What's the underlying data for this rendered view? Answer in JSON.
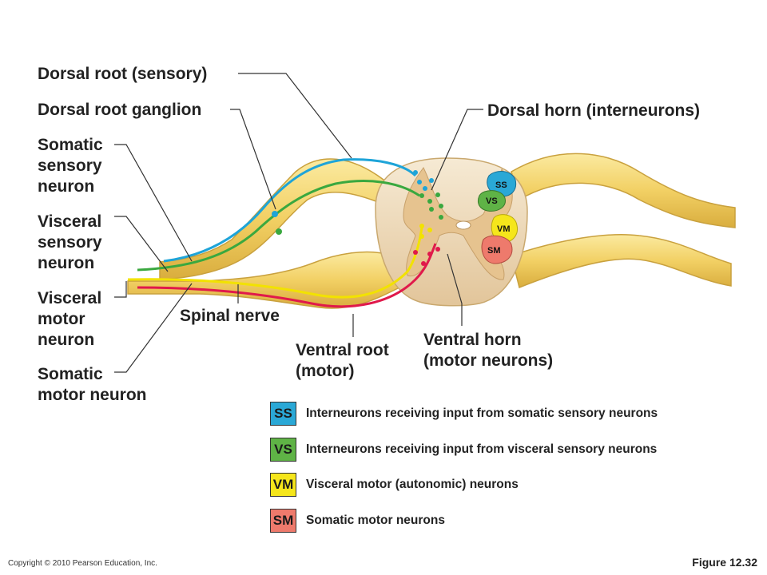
{
  "labels": {
    "dorsal_root": "Dorsal root (sensory)",
    "dorsal_root_ganglion": "Dorsal root ganglion",
    "somatic_sensory": "Somatic\nsensory\nneuron",
    "visceral_sensory": "Visceral\nsensory\nneuron",
    "visceral_motor": "Visceral\nmotor\nneuron",
    "somatic_motor": "Somatic\nmotor neuron",
    "spinal_nerve": "Spinal nerve",
    "ventral_root": "Ventral root\n(motor)",
    "ventral_horn": "Ventral horn\n(motor neurons)",
    "dorsal_horn": "Dorsal horn (interneurons)"
  },
  "regions": {
    "ss": "SS",
    "vs": "VS",
    "vm": "VM",
    "sm": "SM"
  },
  "legend": [
    {
      "code": "SS",
      "text": "Interneurons receiving input from somatic sensory neurons",
      "color": "#2aa8d6"
    },
    {
      "code": "VS",
      "text": "Interneurons receiving input from visceral sensory neurons",
      "color": "#5fb346"
    },
    {
      "code": "VM",
      "text": "Visceral motor (autonomic) neurons",
      "color": "#f5e61b"
    },
    {
      "code": "SM",
      "text": "Somatic motor neurons",
      "color": "#ee7a6c"
    }
  ],
  "colors": {
    "somatic_sensory": "#1ea4d8",
    "visceral_sensory": "#3aa83f",
    "visceral_motor": "#f2e200",
    "somatic_motor": "#e0194b",
    "nerve": "#f4d86a",
    "white_matter": "#f3e6cf",
    "gray_matter": "#e8c99c"
  },
  "footer": {
    "copyright": "Copyright © 2010 Pearson Education, Inc.",
    "figure": "Figure 12.32"
  }
}
